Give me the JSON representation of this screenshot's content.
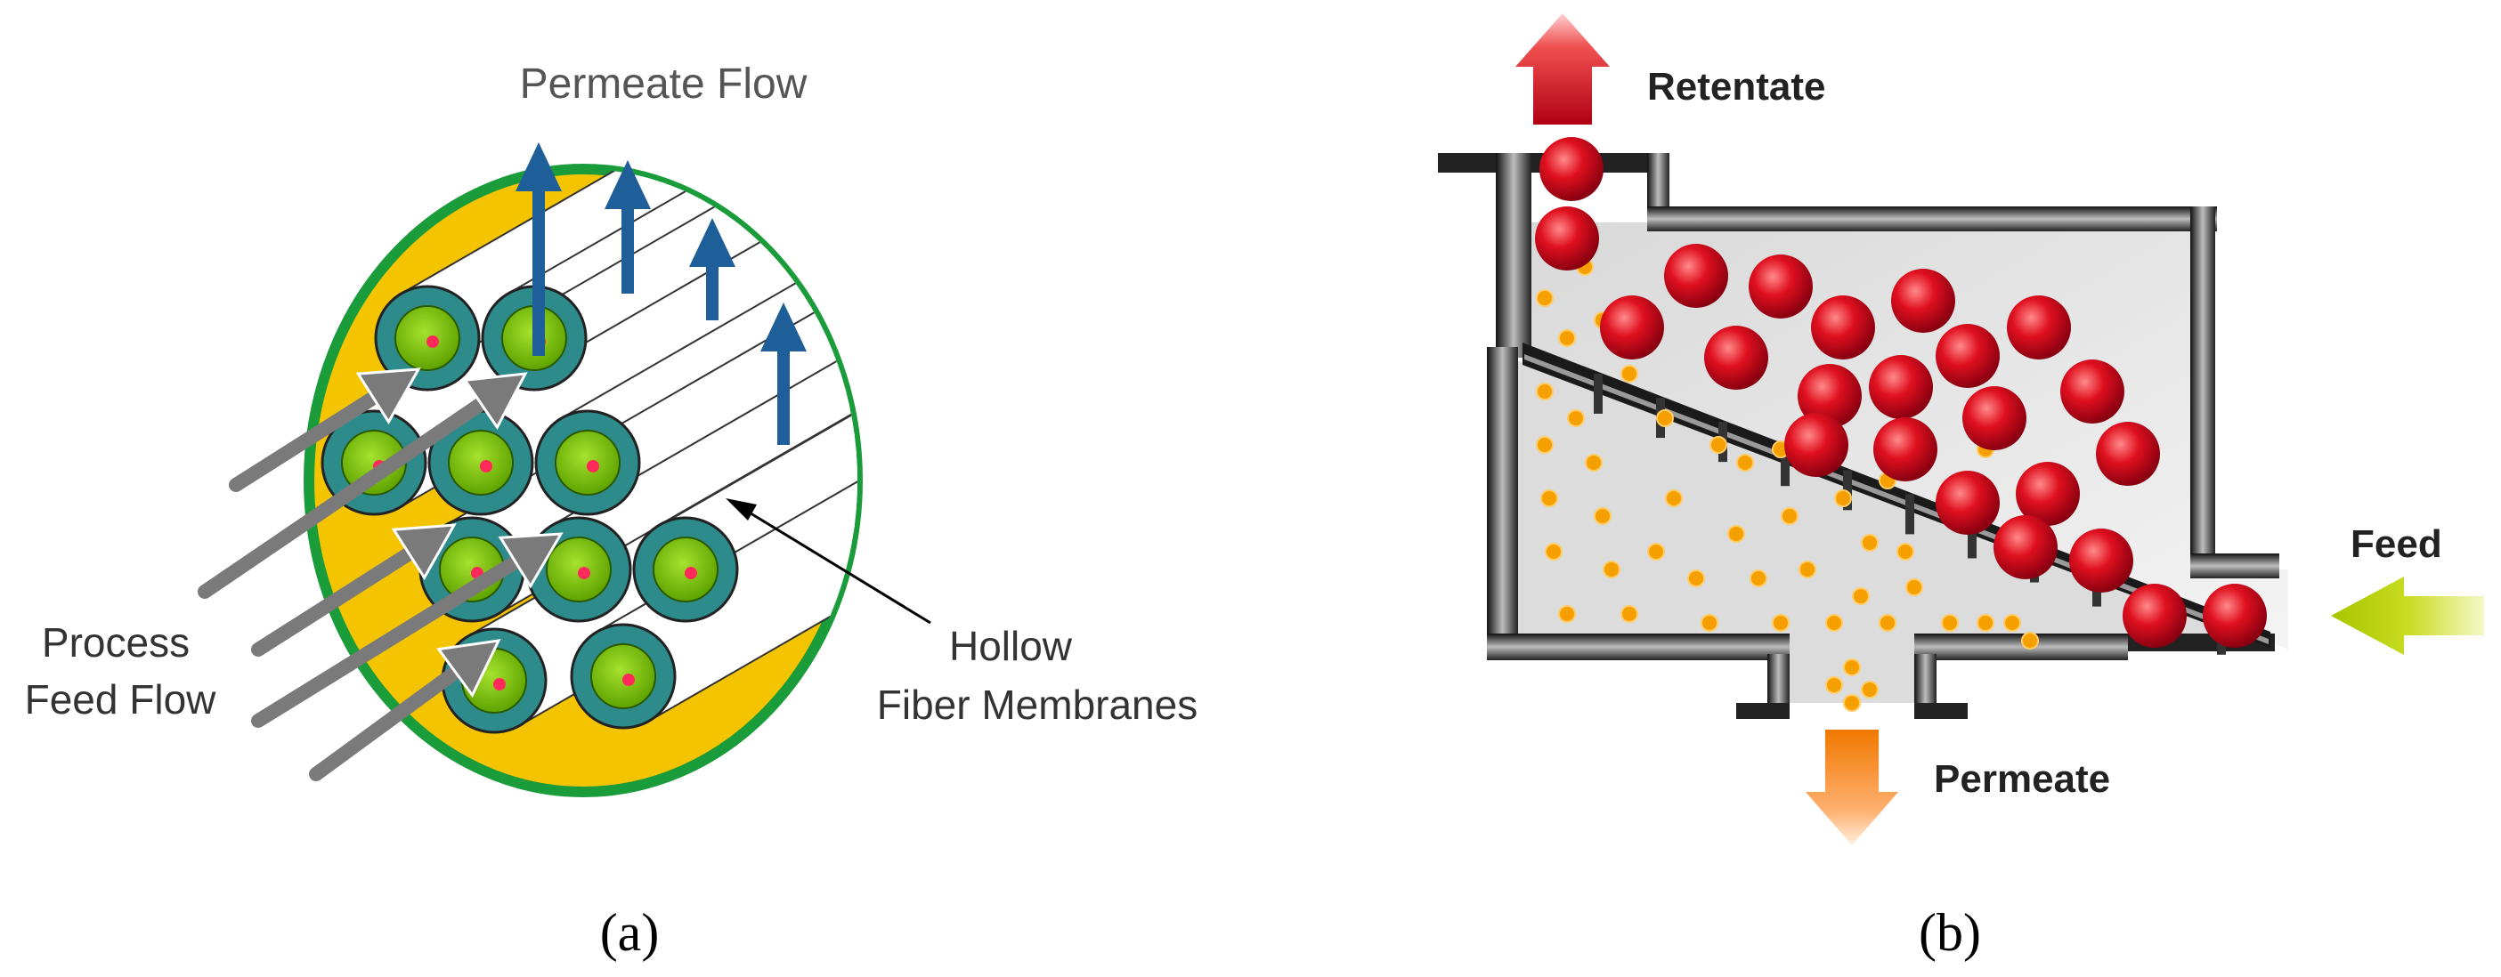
{
  "panel_a": {
    "permeate_flow": "Permeate Flow",
    "process_line1": "Process",
    "process_line2": "Feed Flow",
    "hollow_line1": "Hollow",
    "hollow_line2": "Fiber Membranes",
    "caption": "(a)"
  },
  "panel_b": {
    "retentate": "Retentate",
    "feed": "Feed",
    "permeate": "Permeate",
    "caption": "(b)"
  },
  "colors": {
    "blue_arrow": "#1f5f99",
    "gray_arrow": "#7a7a7a",
    "membrane_teal": "#2e8b8b",
    "lumen_green": "#7ec800",
    "housing_yellow": "#f5c400",
    "rim_green": "#1a9c3a",
    "retentate_red": "#d0021b",
    "permeate_orange": "#f5a000",
    "feed_yellowgreen": "#b8d400"
  }
}
